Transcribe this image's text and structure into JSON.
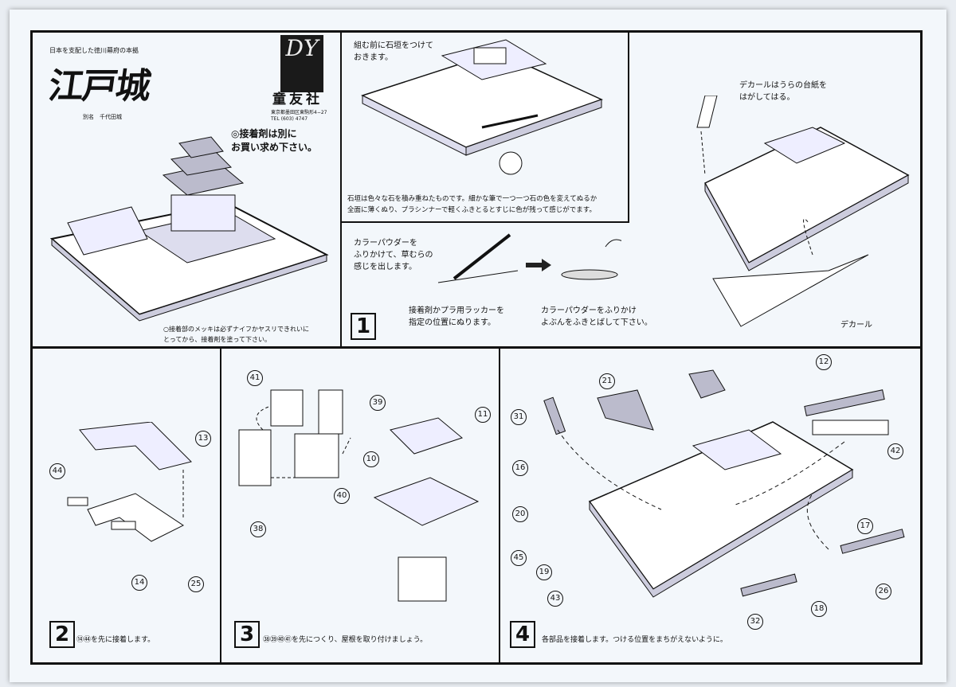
{
  "header": {
    "subtitle": "日本を支配した徳川幕府の本拠",
    "title": "江戸城",
    "alias": "別名　千代田城",
    "company": "童友社",
    "company_address": "東京都墨田区東駒形4−27",
    "company_tel": "TEL (603) 4747",
    "glue_notice": "◎接着剤は別に\nお買い求め下さい。",
    "plating_notice": "○接着部のメッキは必ずナイフかヤスリできれいに\nとってから、接着剤を塗って下さい。"
  },
  "step1": {
    "number": "1",
    "stone_wall_note": "組む前に石垣をつけて\nおきます。",
    "stone_wall_paint": "石垣は色々な石を積み重ねたものです。細かな筆で一つ一つ石の色を変えてぬるか\n全面に薄くぬり、プラシンナーで軽くふきとるとすじに色が残って感じがでます。",
    "powder_note": "カラーパウダーを\nふりかけて、草むらの\n感じを出します。",
    "glue_note": "接着剤かプラ用ラッカーを\n指定の位置にぬります。",
    "shake_note": "カラーパウダーをふりかけ\nよぶんをふきとばして下さい。",
    "decal_note": "デカールはうらの台紙を\nはがしてはる。",
    "decal_label": "デカール"
  },
  "step2": {
    "number": "2",
    "instruction": "⑭㊹を先に接着します。",
    "parts": [
      "13",
      "44",
      "14",
      "25"
    ]
  },
  "step3": {
    "number": "3",
    "instruction": "㊳㊴㊵㊶を先につくり、屋根を取り付けましょう。",
    "parts": [
      "41",
      "39",
      "38",
      "40",
      "11",
      "10"
    ]
  },
  "step4": {
    "number": "4",
    "instruction": "各部品を接着します。つける位置をまちがえないように。",
    "parts": [
      "21",
      "31",
      "16",
      "20",
      "45",
      "19",
      "43",
      "12",
      "42",
      "17",
      "26",
      "18",
      "32"
    ]
  }
}
